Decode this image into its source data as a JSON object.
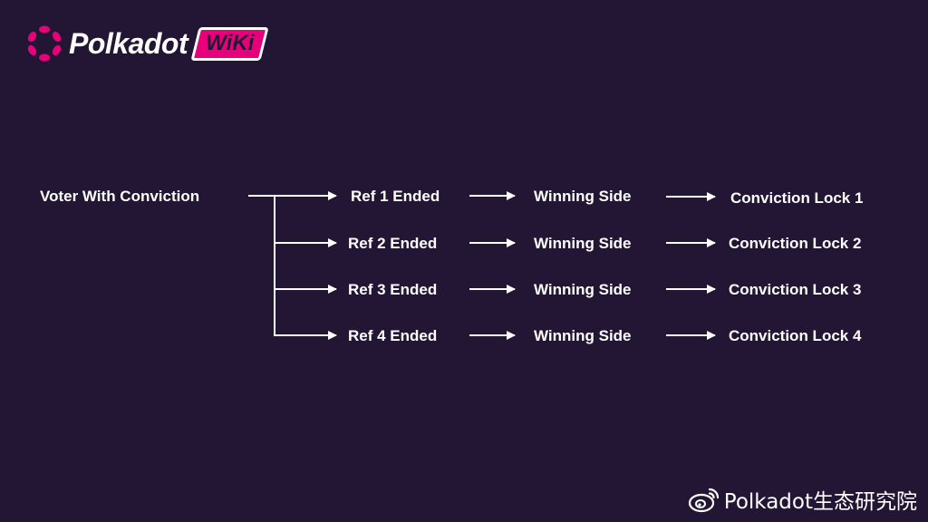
{
  "brand": {
    "name": "Polkadot",
    "badge": "WiKi",
    "accent": "#e6007a"
  },
  "background": "#231634",
  "source": {
    "label": "Voter With Conviction"
  },
  "rows": [
    {
      "ref": "Ref 1 Ended",
      "side": "Winning Side",
      "lock": "Conviction Lock 1"
    },
    {
      "ref": "Ref 2 Ended",
      "side": "Winning Side",
      "lock": "Conviction Lock 2"
    },
    {
      "ref": "Ref 3 Ended",
      "side": "Winning Side",
      "lock": "Conviction Lock 3"
    },
    {
      "ref": "Ref 4 Ended",
      "side": "Winning Side",
      "lock": "Conviction Lock 4"
    }
  ],
  "watermark": {
    "text": "Polkadot生态研究院",
    "icon": "weibo-icon"
  }
}
